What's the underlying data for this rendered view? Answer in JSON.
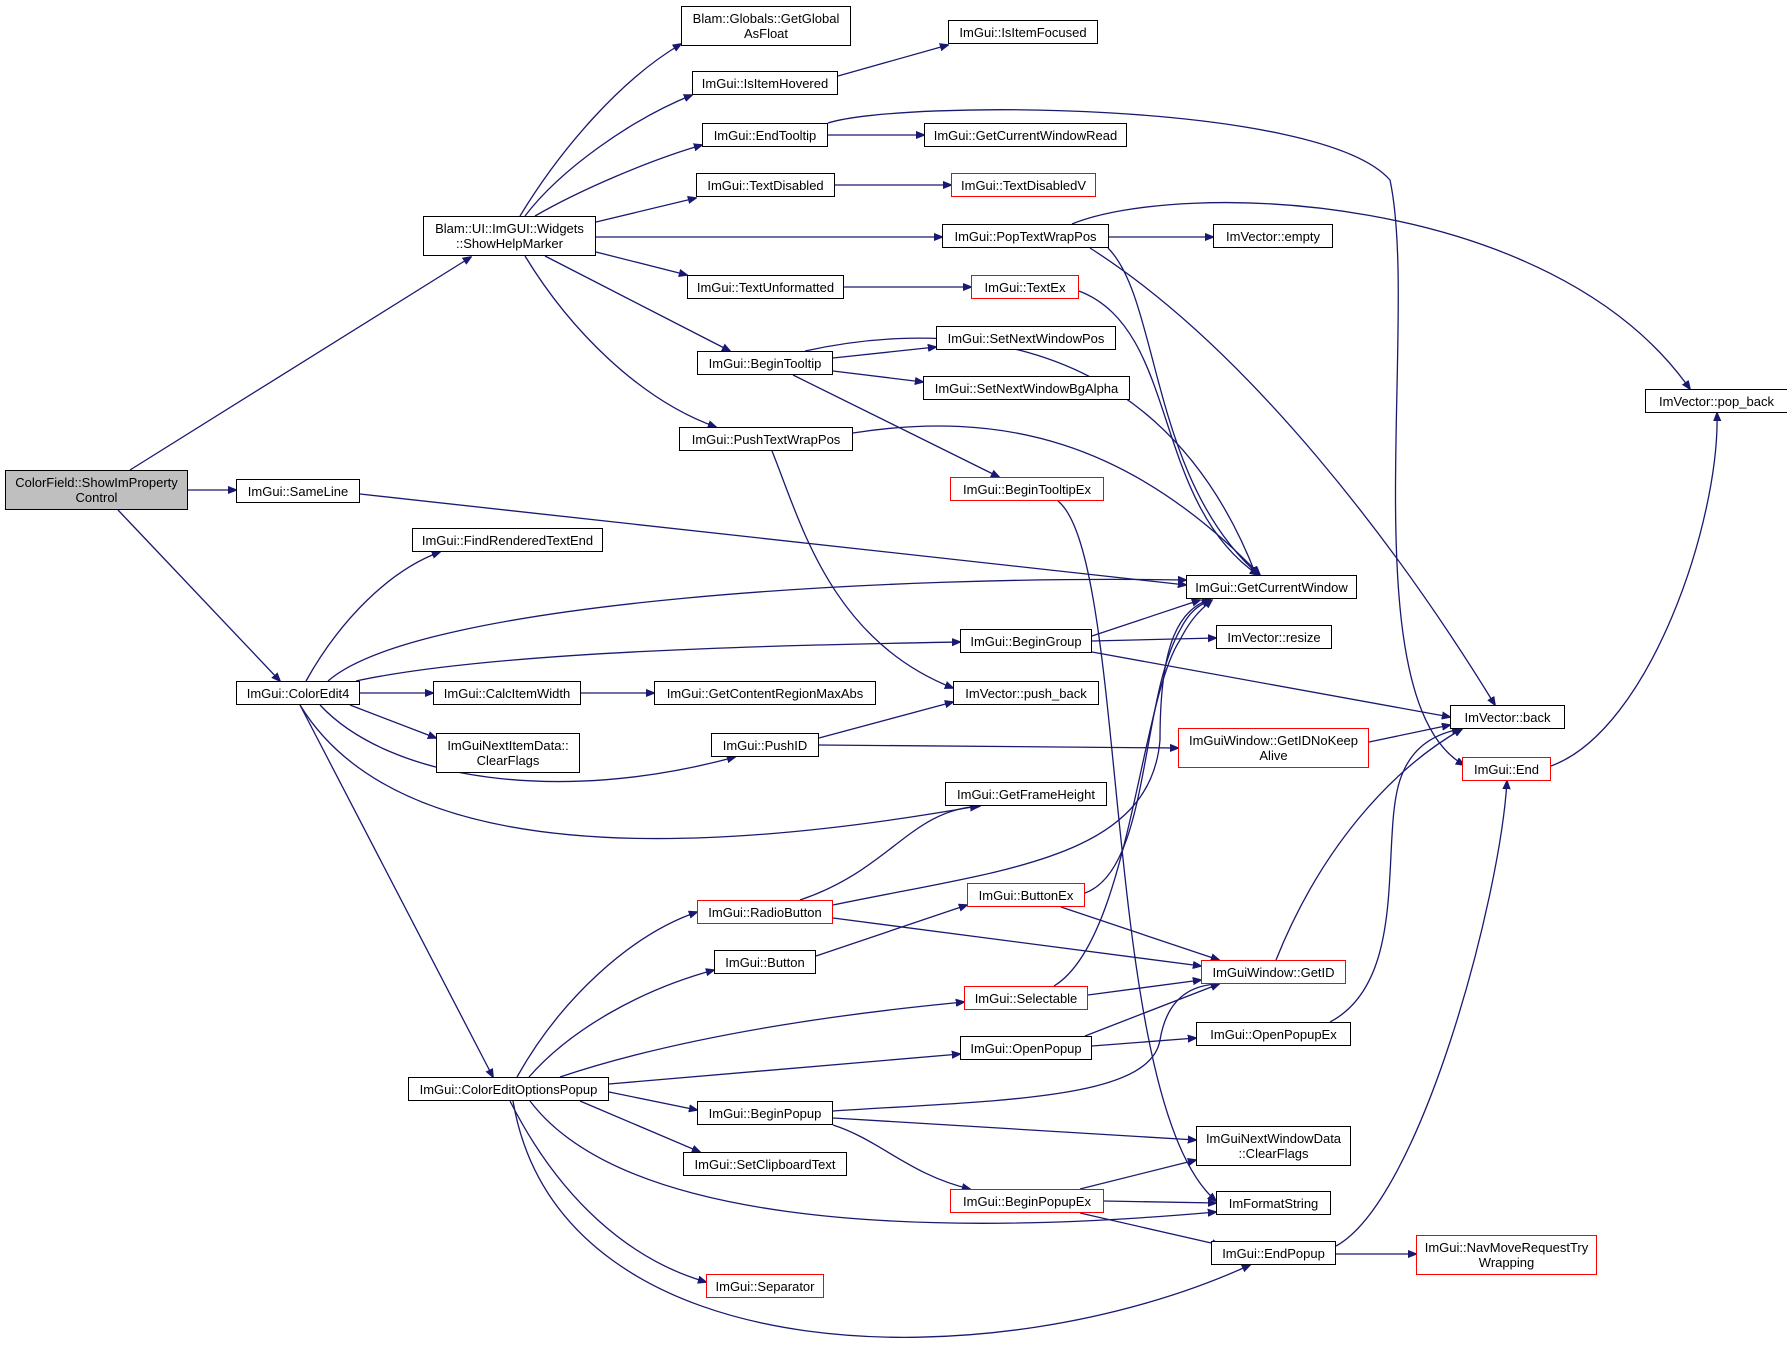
{
  "colors": {
    "edge": "#191970",
    "normal_border": "#000000",
    "truncated_border": "#ff0000",
    "root_fill": "#bfbfbf"
  },
  "nodes": {
    "root": {
      "label": "ColorField::ShowImProperty\nControl"
    },
    "helpmarker": {
      "label": "Blam::UI::ImGUI::Widgets\n::ShowHelpMarker"
    },
    "sameline": {
      "label": "ImGui::SameLine"
    },
    "coloredit4": {
      "label": "ImGui::ColorEdit4"
    },
    "getglobal": {
      "label": "Blam::Globals::GetGlobal\nAsFloat"
    },
    "isitemhovered": {
      "label": "ImGui::IsItemHovered"
    },
    "isitemfocused": {
      "label": "ImGui::IsItemFocused"
    },
    "endtooltip": {
      "label": "ImGui::EndTooltip"
    },
    "getcurwinread": {
      "label": "ImGui::GetCurrentWindowRead"
    },
    "textdisabled": {
      "label": "ImGui::TextDisabled"
    },
    "textdisabledv": {
      "label": "ImGui::TextDisabledV"
    },
    "poptextwrap": {
      "label": "ImGui::PopTextWrapPos"
    },
    "vecempty": {
      "label": "ImVector::empty"
    },
    "textunformatted": {
      "label": "ImGui::TextUnformatted"
    },
    "textex": {
      "label": "ImGui::TextEx"
    },
    "setnextwinpos": {
      "label": "ImGui::SetNextWindowPos"
    },
    "begintooltip": {
      "label": "ImGui::BeginTooltip"
    },
    "setnextwinbg": {
      "label": "ImGui::SetNextWindowBgAlpha"
    },
    "pushtextwrap": {
      "label": "ImGui::PushTextWrapPos"
    },
    "begintooltipex": {
      "label": "ImGui::BeginTooltipEx"
    },
    "popback": {
      "label": "ImVector::pop_back"
    },
    "findrendered": {
      "label": "ImGui::FindRenderedTextEnd"
    },
    "getcurwin": {
      "label": "ImGui::GetCurrentWindow"
    },
    "begingroup": {
      "label": "ImGui::BeginGroup"
    },
    "vecresize": {
      "label": "ImVector::resize"
    },
    "calcitemwidth": {
      "label": "ImGui::CalcItemWidth"
    },
    "getcontentregion": {
      "label": "ImGui::GetContentRegionMaxAbs"
    },
    "pushback": {
      "label": "ImVector::push_back"
    },
    "vecback": {
      "label": "ImVector::back"
    },
    "nextitemclear": {
      "label": "ImGuiNextItemData::\nClearFlags"
    },
    "pushid": {
      "label": "ImGui::PushID"
    },
    "getidnokeep": {
      "label": "ImGuiWindow::GetIDNoKeep\nAlive"
    },
    "end": {
      "label": "ImGui::End"
    },
    "getframeheight": {
      "label": "ImGui::GetFrameHeight"
    },
    "buttonex": {
      "label": "ImGui::ButtonEx"
    },
    "radiobutton": {
      "label": "ImGui::RadioButton"
    },
    "button": {
      "label": "ImGui::Button"
    },
    "getid": {
      "label": "ImGuiWindow::GetID"
    },
    "selectable": {
      "label": "ImGui::Selectable"
    },
    "openpopupex": {
      "label": "ImGui::OpenPopupEx"
    },
    "openpopup": {
      "label": "ImGui::OpenPopup"
    },
    "coloreditoptions": {
      "label": "ImGui::ColorEditOptionsPopup"
    },
    "beginpopup": {
      "label": "ImGui::BeginPopup"
    },
    "nextwinclear": {
      "label": "ImGuiNextWindowData\n::ClearFlags"
    },
    "setclipboard": {
      "label": "ImGui::SetClipboardText"
    },
    "beginpopupex": {
      "label": "ImGui::BeginPopupEx"
    },
    "imformatstring": {
      "label": "ImFormatString"
    },
    "endpopup": {
      "label": "ImGui::EndPopup"
    },
    "navmove": {
      "label": "ImGui::NavMoveRequestTry\nWrapping"
    },
    "separator": {
      "label": "ImGui::Separator"
    }
  }
}
